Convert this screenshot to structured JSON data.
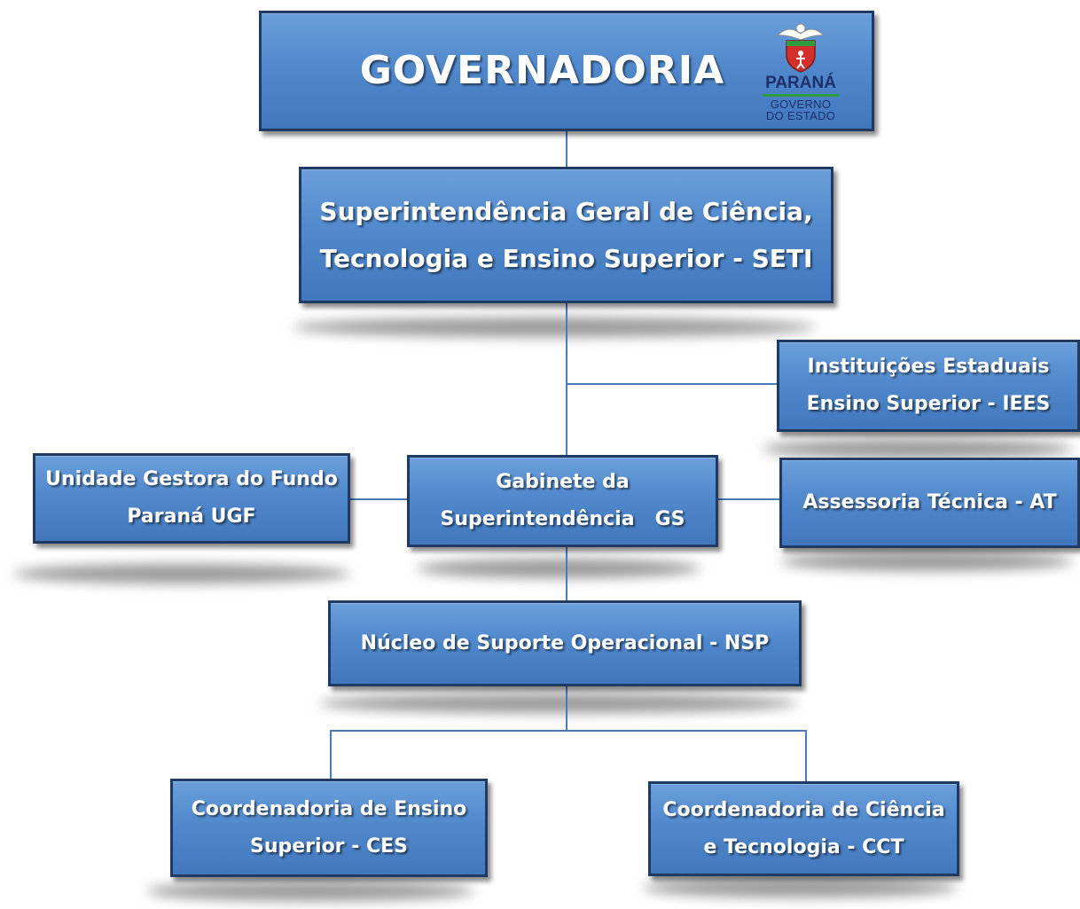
{
  "governadoria": {
    "title": "GOVERNADORIA"
  },
  "logo": {
    "name": "PARANÁ",
    "line1": "GOVERNO",
    "line2": "DO ESTADO"
  },
  "seti": {
    "line1": "Superintendência Geral de Ciência,",
    "line2": "Tecnologia e Ensino Superior - SETI"
  },
  "iees": {
    "line1": "Instituições Estaduais",
    "line2": "Ensino Superior - IEES"
  },
  "ugf": {
    "line1": "Unidade Gestora do Fundo",
    "line2": "Paraná UGF"
  },
  "gs": {
    "line1": "Gabinete da",
    "line2": "Superintendência   GS"
  },
  "at": {
    "line1": "Assessoria Técnica - AT"
  },
  "nsp": {
    "line1": "Núcleo de Suporte Operacional - NSP"
  },
  "ces": {
    "line1": "Coordenadoria de Ensino",
    "line2": "Superior - CES"
  },
  "cct": {
    "line1": "Coordenadoria de Ciência",
    "line2": "e Tecnologia - CCT"
  },
  "colors": {
    "box_fill": "#5189cc",
    "box_border": "#1f3b63",
    "connector": "#4a7ab8"
  }
}
